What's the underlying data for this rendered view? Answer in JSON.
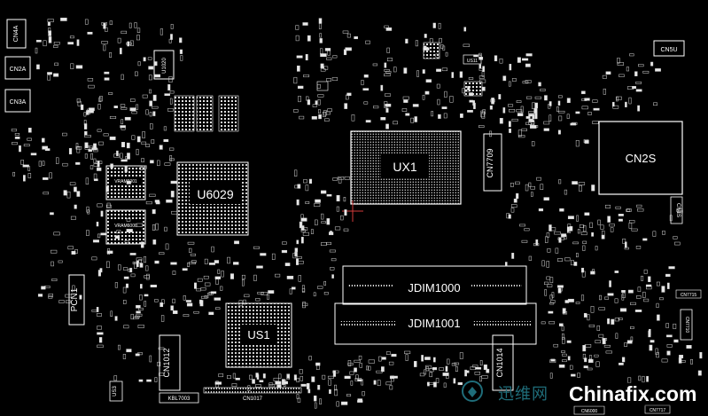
{
  "components": {
    "cn4a": "CN4A",
    "cn2a": "CN2A",
    "cn3a": "CN3A",
    "u1020": "U1020",
    "ux1": "UX1",
    "cn7709": "CN7709",
    "cn2s": "CN2S",
    "cn5u": "CN5U",
    "cn1s": "CN1S",
    "u6029": "U6029",
    "vram_a": "VRAM6001",
    "vram_b": "VRAM6000",
    "pcn1": "PCN1",
    "jdim1000": "JDIM1000",
    "jdim1001": "JDIM1001",
    "us1": "US1",
    "cn1012": "CN1012",
    "cn1014": "CN1014",
    "cn1017": "CN1017",
    "kbl7003": "KBL7003",
    "us3": "US3",
    "cn7715": "CN7715",
    "cn7710": "CN7710",
    "cn7717": "CN7717",
    "cn6000": "CN6000",
    "us11": "US11"
  },
  "watermark": {
    "cn_text": "迅维网",
    "en_text": "Chinafix.com"
  },
  "colors": {
    "background": "#000000",
    "outline": "#ffffff",
    "watermark_cn": "#1f6d7a",
    "crosshair": "#d23a3a"
  }
}
